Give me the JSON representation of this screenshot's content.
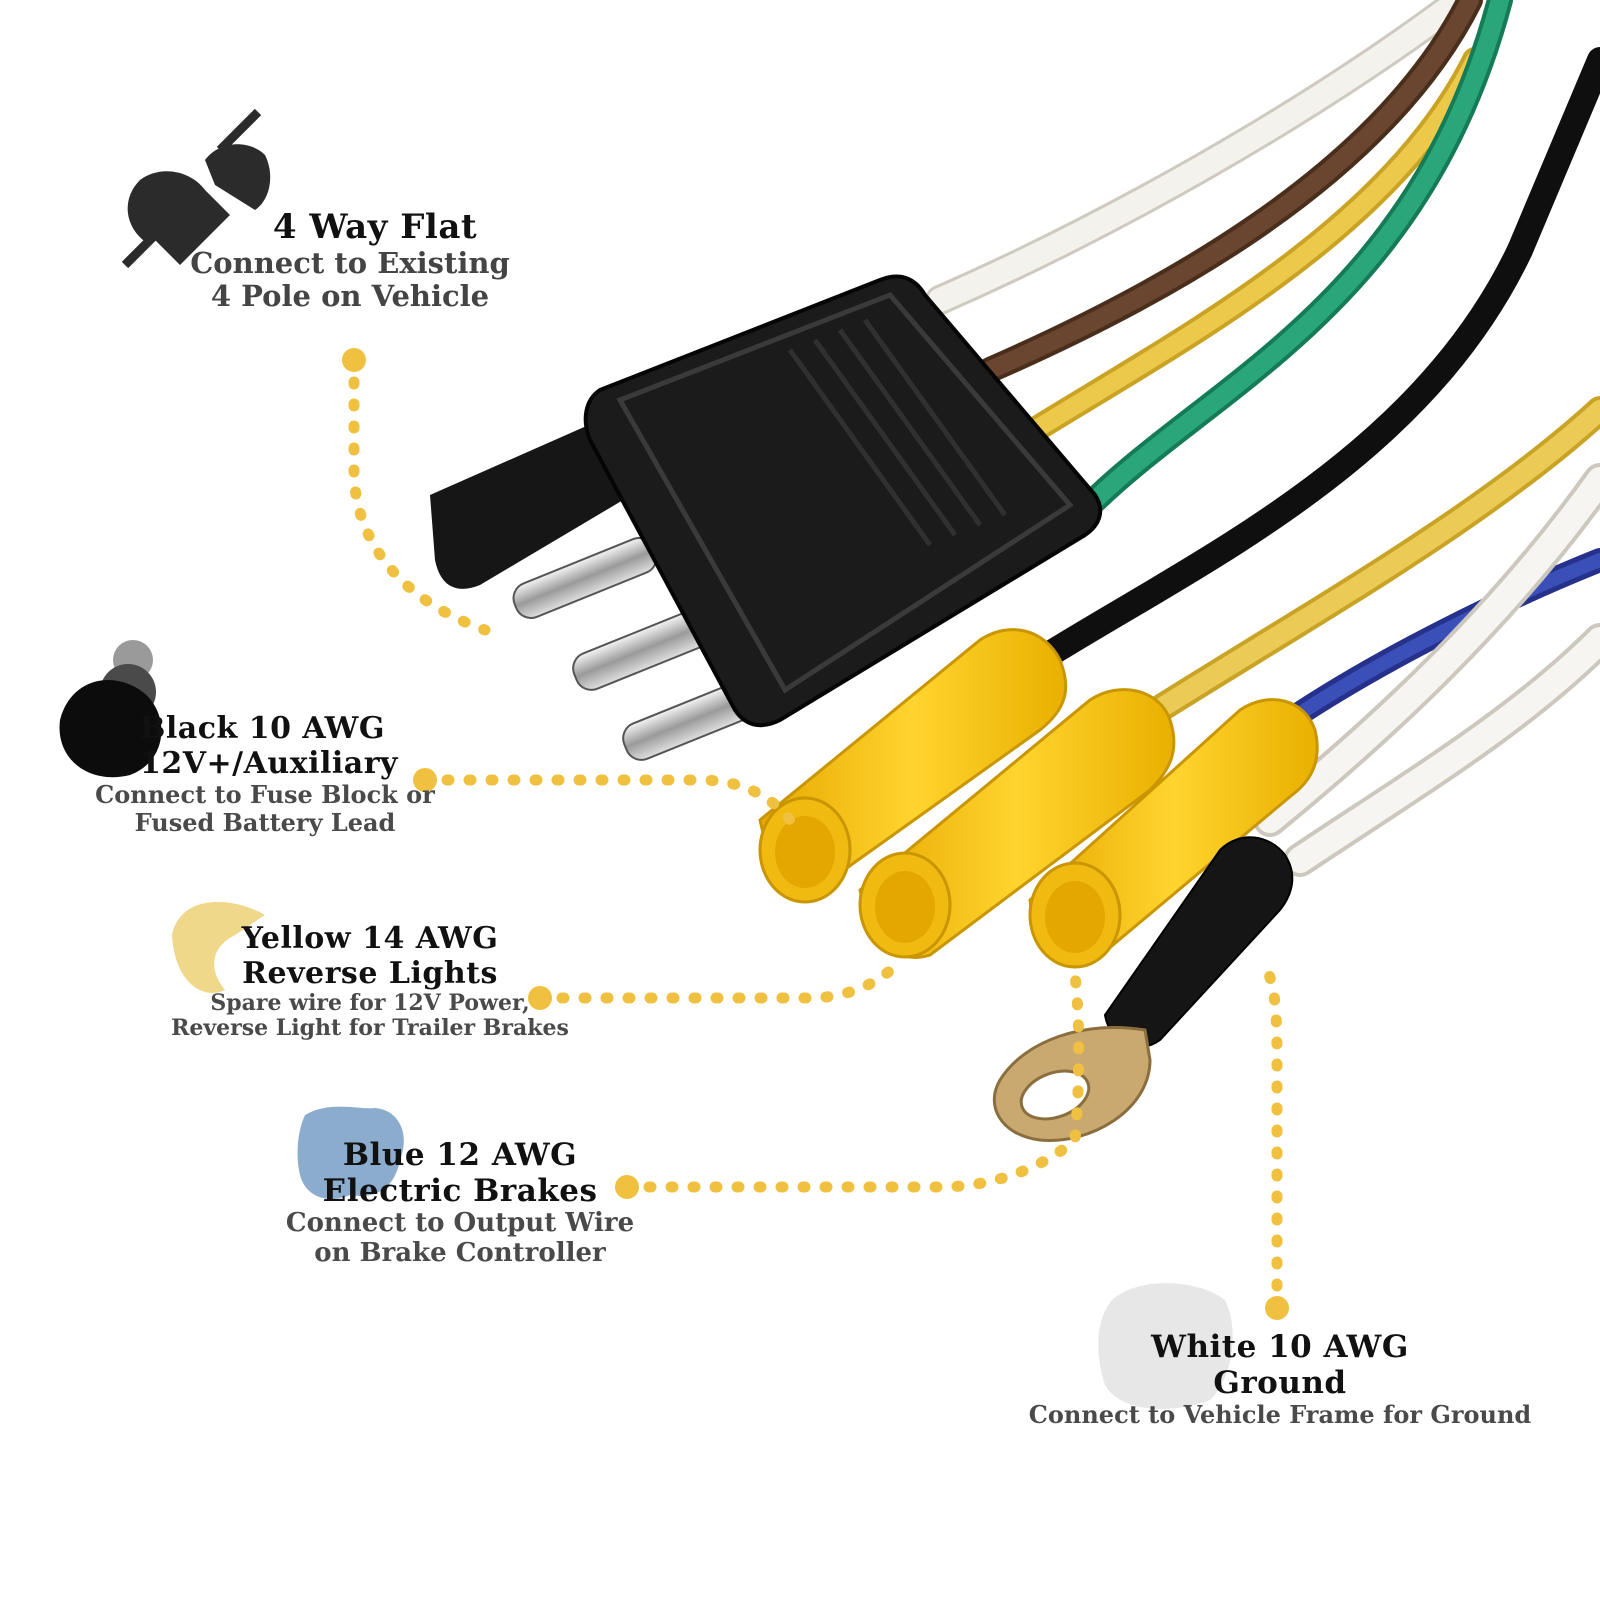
{
  "labels": {
    "flat4": {
      "title": "4 Way Flat",
      "sub1": "Connect to Existing",
      "sub2": "4 Pole on Vehicle"
    },
    "black": {
      "title1": "Black 10 AWG",
      "title2": "12V+/Auxiliary",
      "sub1": "Connect to Fuse Block or",
      "sub2": "Fused Battery Lead"
    },
    "yellow": {
      "title1": "Yellow 14 AWG",
      "title2": "Reverse Lights",
      "sub1": "Spare wire for 12V Power,",
      "sub2": "Reverse Light for Trailer Brakes"
    },
    "blue": {
      "title1": "Blue 12 AWG",
      "title2": "Electric Brakes",
      "sub1": "Connect to Output Wire",
      "sub2": "on Brake Controller"
    },
    "white": {
      "title1": "White 10 AWG",
      "title2": "Ground",
      "sub1": "Connect to Vehicle Frame for Ground"
    }
  },
  "colors": {
    "accent_dots": "#f0c040",
    "wire_white": "#f2f0ea",
    "wire_brown": "#5a3a24",
    "wire_green": "#1f9a6e",
    "wire_yellow": "#e7c13a",
    "wire_black": "#161616",
    "wire_blue": "#2f3f9e",
    "terminal_yellow": "#f5c21a",
    "connector_black": "#1a1a1a"
  },
  "icons": [
    "plug-icon",
    "black-blob-icon",
    "yellow-blob-icon",
    "blue-blob-icon",
    "white-blob-icon"
  ]
}
